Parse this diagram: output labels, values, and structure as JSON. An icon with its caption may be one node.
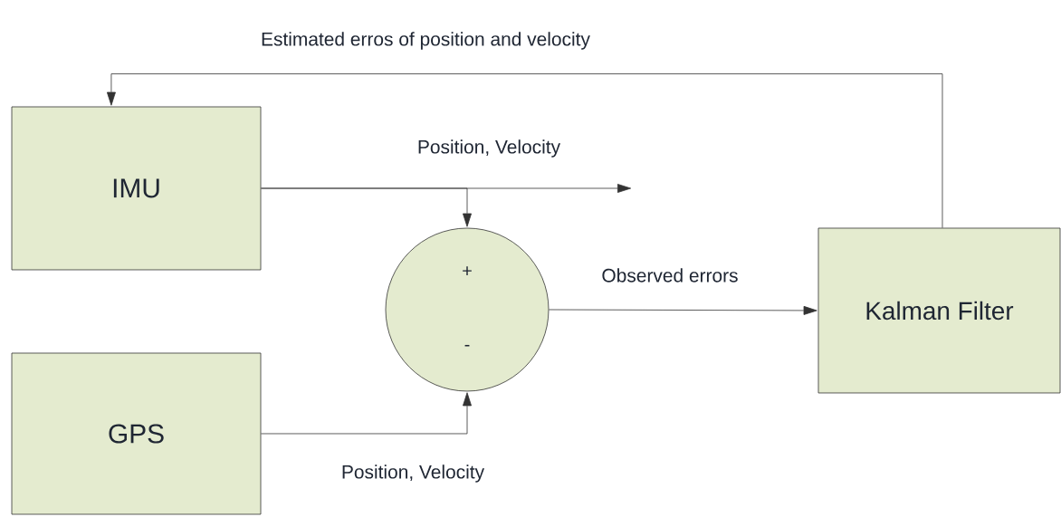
{
  "diagram": {
    "nodes": [
      {
        "text": [
          "IMU"
        ]
      },
      {
        "text": [
          "GPS"
        ]
      },
      {
        "text": [
          "+",
          "-"
        ]
      },
      {
        "text": [
          "Kalman Filter"
        ]
      }
    ],
    "edges": [
      {
        "from": 0,
        "to": null,
        "arrow": "to",
        "label": "Position, Velocity"
      },
      {
        "from": 0,
        "to": 2,
        "arrow": "to"
      },
      {
        "from": 1,
        "to": 2,
        "arrow": "to",
        "label": "Position, Velocity"
      },
      {
        "from": 2,
        "to": 3,
        "arrow": "to",
        "label": "Observed errors"
      },
      {
        "from": 3,
        "to": 0,
        "arrow": "to",
        "label": "Estimated erros of position and velocity"
      }
    ]
  }
}
